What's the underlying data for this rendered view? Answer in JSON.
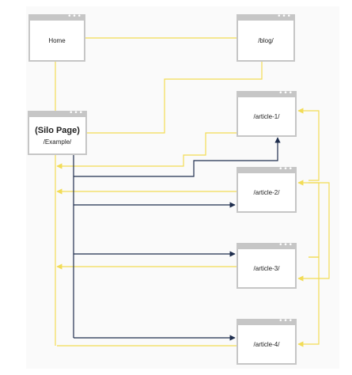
{
  "colors": {
    "link_yellow": "#f2dc55",
    "link_navy": "#1e2d4d",
    "window_border": "#c6c6c6",
    "panel_bg": "#fafafa"
  },
  "window_dots": "•••",
  "pages": {
    "home": "Home",
    "blog": "/blog/",
    "silo_title": "(Silo Page)",
    "silo_path": "/Example/",
    "article1": "/article-1/",
    "article2": "/article-2/",
    "article3": "/article-3/",
    "article4": "/article-4/"
  }
}
